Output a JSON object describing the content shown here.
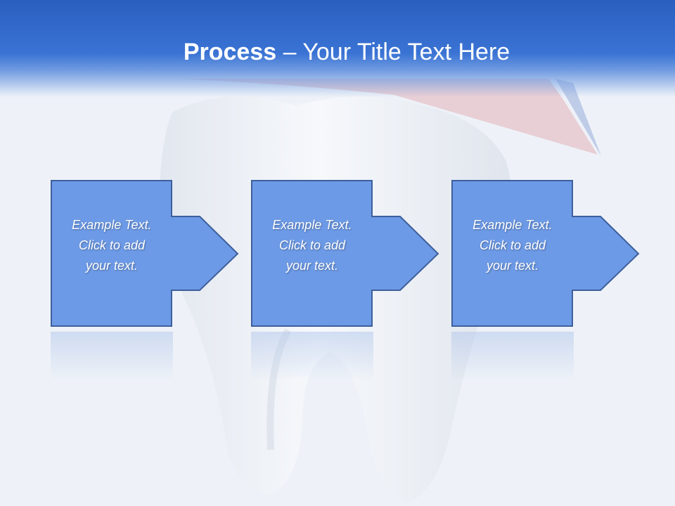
{
  "slide": {
    "title_bold": "Process",
    "title_rest": " – Your Title Text Here"
  },
  "steps": [
    {
      "text": "Example Text.\nClick  to add\nyour text."
    },
    {
      "text": "Example Text.\nClick  to add\nyour text."
    },
    {
      "text": "Example Text.\nClick  to add\nyour text."
    }
  ],
  "colors": {
    "header": "#3a73d4",
    "box_fill": "#6d9ae6",
    "box_stroke": "#3d5f9c",
    "background": "#eef2f8"
  },
  "background_image": "tooth-with-toothpaste"
}
